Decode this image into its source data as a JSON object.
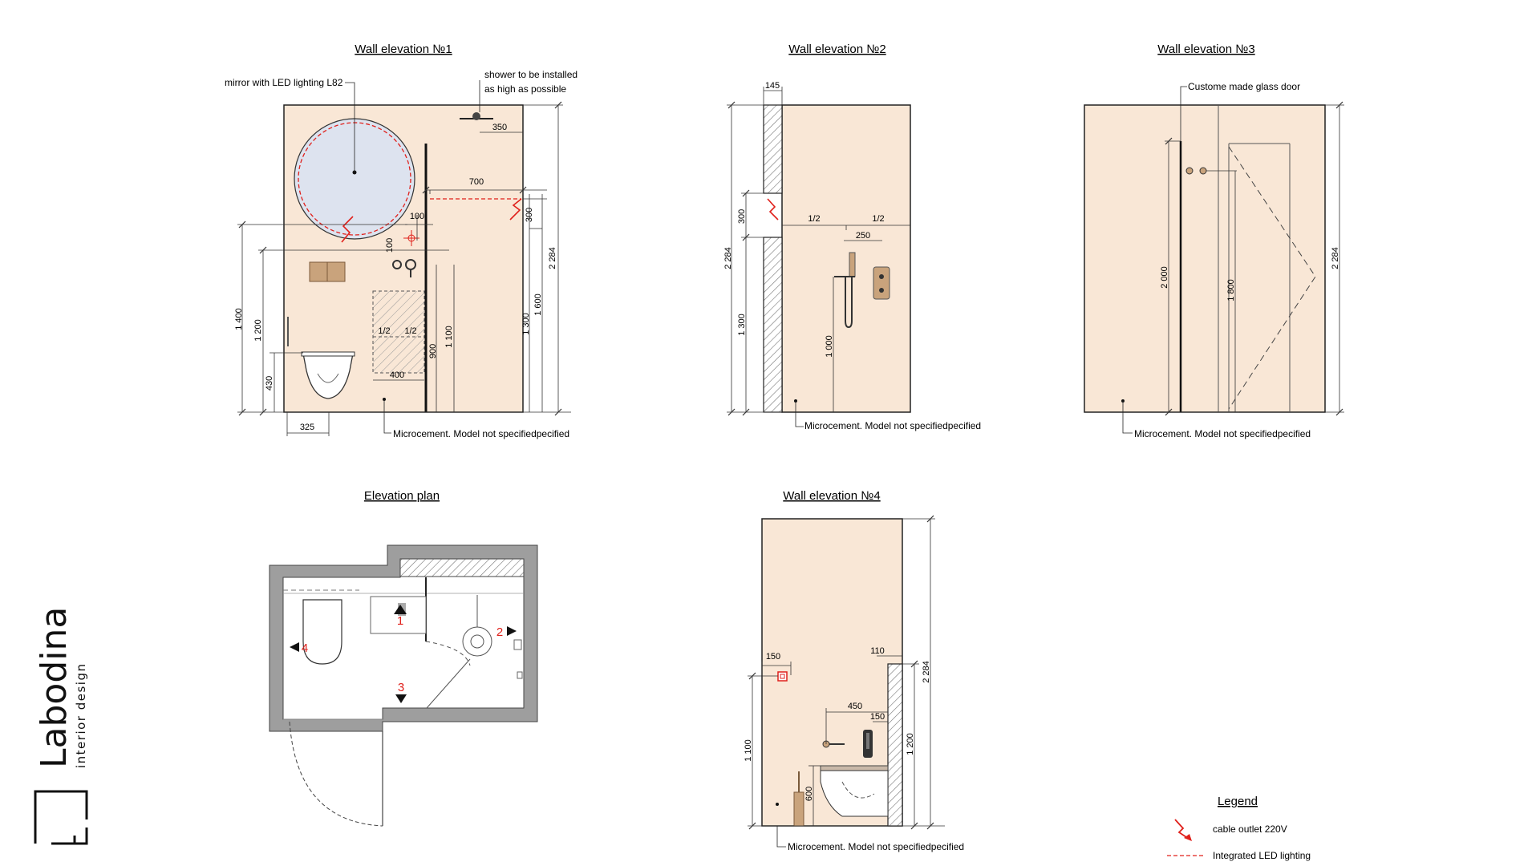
{
  "brand": {
    "name": "Labodina",
    "tagline": "interior design"
  },
  "colors": {
    "wall": "#f9e7d6",
    "red": "#e0201b",
    "line": "#1a1a1a",
    "grey_wall": "#9e9e9e",
    "mirror": "#dde3ef",
    "wood": "#c9a37c"
  },
  "elev1": {
    "title": "Wall elevation №1",
    "mirror_note": "mirror with LED lighting L82",
    "shower_note_1": "shower to be installed",
    "shower_note_2": "as high as possible",
    "finish_note": "Microcement. Model not specifiedpecified",
    "dims": {
      "d350": "350",
      "d700": "700",
      "d300": "300",
      "d2284": "2 284",
      "d100a": "100",
      "d100b": "100",
      "d1400": "1 400",
      "d1200": "1 200",
      "d1300": "1 300",
      "d1600": "1 600",
      "d430": "430",
      "d900": "900",
      "d1100": "1 100",
      "d400": "400",
      "d325": "325",
      "half1": "1/2",
      "half2": "1/2"
    }
  },
  "elev2": {
    "title": "Wall elevation №2",
    "finish_note": "Microcement. Model not specifiedpecified",
    "dims": {
      "d145": "145",
      "d300": "300",
      "d2284": "2 284",
      "d1300": "1 300",
      "half1": "1/2",
      "half2": "1/2",
      "d250": "250",
      "d1000": "1 000"
    }
  },
  "elev3": {
    "title": "Wall elevation №3",
    "door_note": "Custome made glass door",
    "finish_note": "Microcement. Model not specifiedpecified",
    "dims": {
      "d2000": "2 000",
      "d1800": "1 800",
      "d2284": "2 284"
    }
  },
  "plan": {
    "title": "Elevation plan",
    "markers": [
      "1",
      "2",
      "3",
      "4"
    ]
  },
  "elev4": {
    "title": "Wall elevation №4",
    "finish_note": "Microcement. Model not specifiedpecified",
    "dims": {
      "d150a": "150",
      "d110": "110",
      "d2284": "2 284",
      "d450": "450",
      "d150b": "150",
      "d1100": "1 100",
      "d1200": "1 200",
      "d600": "600"
    }
  },
  "legend": {
    "title": "Legend",
    "items": [
      {
        "label": "cable outlet 220V",
        "symbol": "red-zigzag-arrow"
      },
      {
        "label": "Integrated LED lighting",
        "symbol": "red-dashed-line"
      }
    ]
  }
}
